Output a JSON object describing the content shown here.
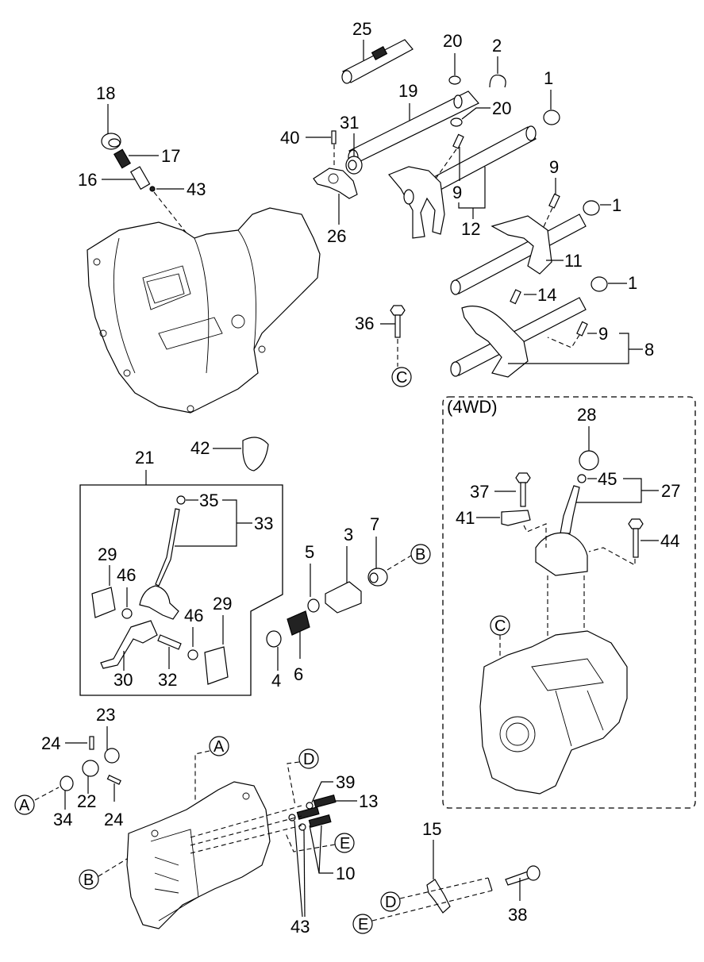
{
  "diagram": {
    "title": "Manual transmission shift control exploded view",
    "group_label_4wd": "(4WD)",
    "callouts": {
      "A": "A",
      "B": "B",
      "C": "C",
      "D": "D",
      "E": "E"
    },
    "parts": {
      "p1a": "1",
      "p1b": "1",
      "p1c": "1",
      "p2": "2",
      "p3": "3",
      "p4": "4",
      "p5": "5",
      "p6": "6",
      "p7": "7",
      "p8": "8",
      "p9a": "9",
      "p9b": "9",
      "p9c": "9",
      "p10": "10",
      "p11": "11",
      "p12": "12",
      "p13": "13",
      "p14": "14",
      "p15": "15",
      "p16": "16",
      "p17": "17",
      "p18": "18",
      "p19": "19",
      "p20a": "20",
      "p20b": "20",
      "p21": "21",
      "p22": "22",
      "p23": "23",
      "p24a": "24",
      "p24b": "24",
      "p25": "25",
      "p26": "26",
      "p27": "27",
      "p28": "28",
      "p29a": "29",
      "p29b": "29",
      "p30": "30",
      "p31": "31",
      "p32": "32",
      "p33": "33",
      "p34": "34",
      "p35": "35",
      "p36": "36",
      "p37": "37",
      "p38": "38",
      "p39": "39",
      "p40": "40",
      "p41": "41",
      "p42": "42",
      "p43a": "43",
      "p43b": "43",
      "p44": "44",
      "p45": "45",
      "p46a": "46",
      "p46b": "46"
    }
  }
}
